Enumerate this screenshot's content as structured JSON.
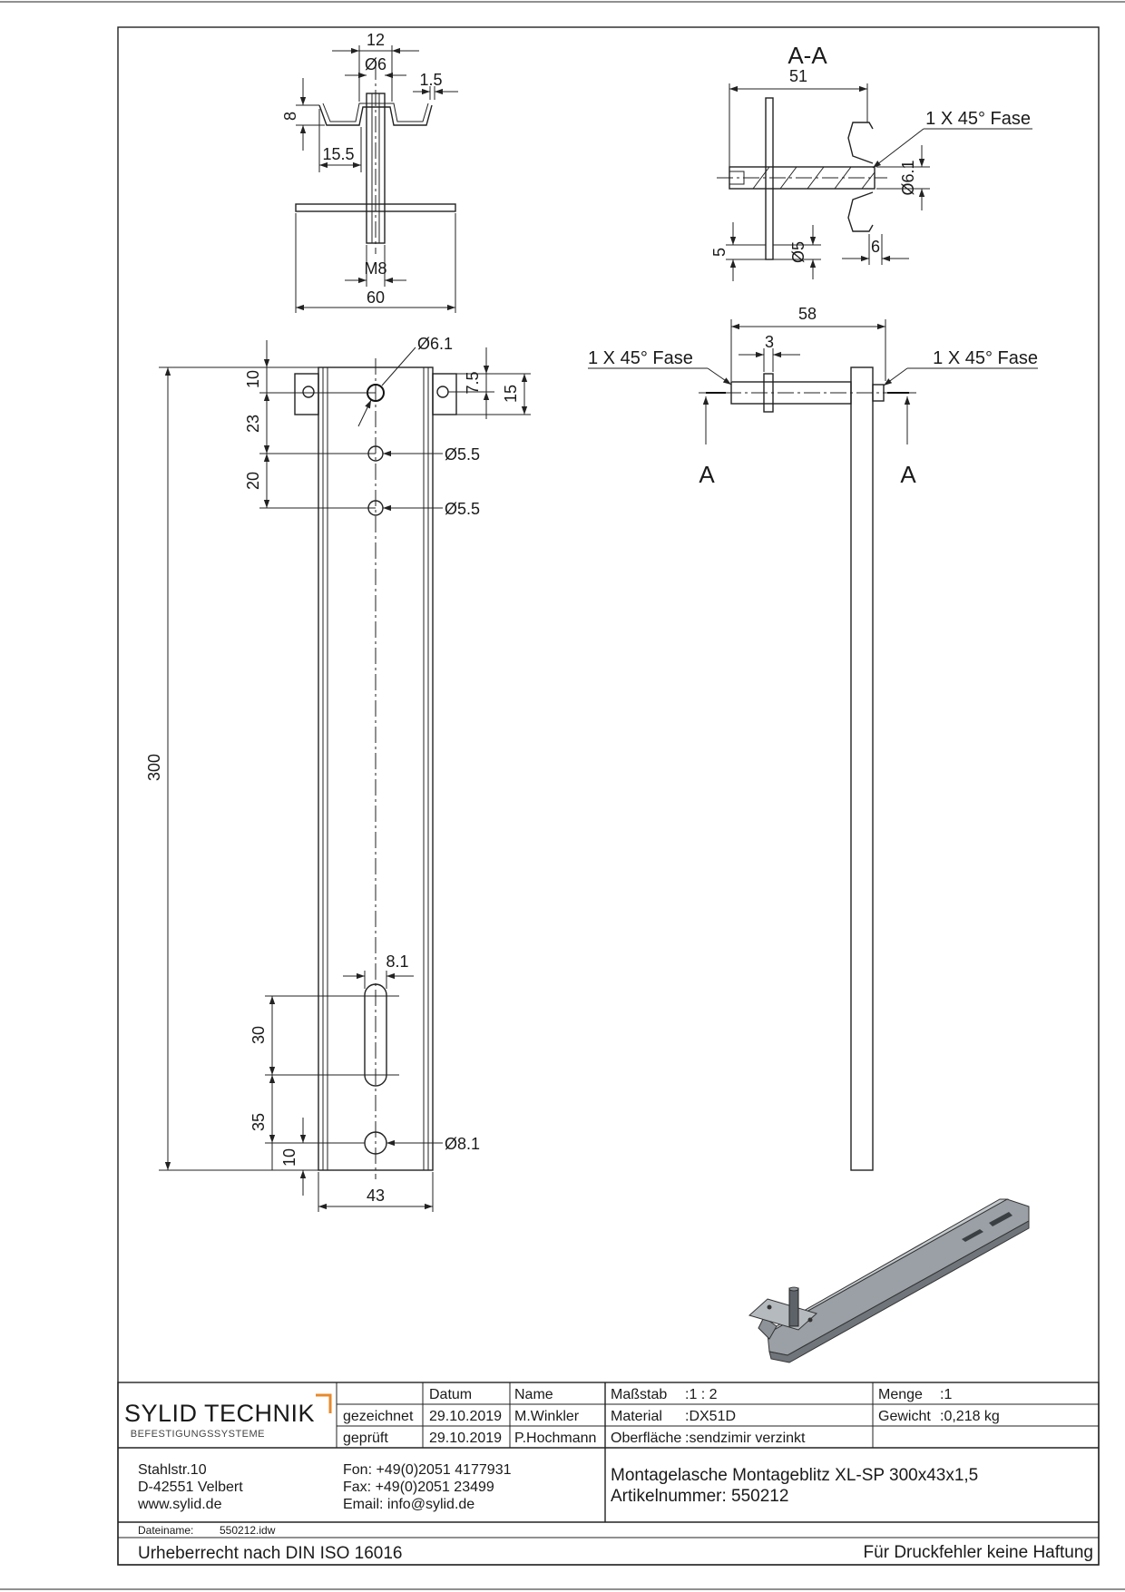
{
  "dimensions": {
    "top_view": {
      "d12": "12",
      "d6": "Ø6",
      "d1_5": "1.5",
      "d8": "8",
      "d15_5": "15.5",
      "m8": "M8",
      "d60": "60"
    },
    "front_view": {
      "d6_1": "Ø6.1",
      "d10a": "10",
      "d23": "23",
      "d20": "20",
      "d5_5a": "Ø5.5",
      "d5_5b": "Ø5.5",
      "d7_5": "7.5",
      "d15": "15",
      "d300": "300",
      "d8_1": "8.1",
      "d30": "30",
      "d35": "35",
      "d10b": "10",
      "d8_1c": "Ø8.1",
      "d43": "43"
    },
    "section_aa": {
      "title": "A-A",
      "d51": "51",
      "fase": "1 X 45° Fase",
      "d6_1": "Ø6.1",
      "d5": "5",
      "d5c": "Ø5",
      "d6": "6"
    },
    "side_view": {
      "d58": "58",
      "d3": "3",
      "fase_left": "1 X 45° Fase",
      "fase_right": "1 X 45° Fase",
      "a_left": "A",
      "a_right": "A"
    }
  },
  "title_block": {
    "logo": {
      "name": "SYLID TECHNIK",
      "tagline": "BEFESTIGUNGSSYSTEME",
      "accent": "#e8892b"
    },
    "headers": {
      "datum": "Datum",
      "name": "Name"
    },
    "drawn": {
      "label": "gezeichnet",
      "date": "29.10.2019",
      "name": "M.Winkler"
    },
    "checked": {
      "label": "geprüft",
      "date": "29.10.2019",
      "name": "P.Hochmann"
    },
    "massstab": {
      "label": "Maßstab",
      "value": ":1 : 2"
    },
    "material": {
      "label": "Material",
      "value": ":DX51D"
    },
    "oberflaeche": {
      "label": "Oberfläche",
      "value": ":sendzimir verzinkt"
    },
    "menge": {
      "label": "Menge",
      "value": ":1"
    },
    "gewicht": {
      "label": "Gewicht",
      "value": ":0,218 kg"
    },
    "address": {
      "street": "Stahlstr.10",
      "city": "D-42551 Velbert",
      "web": "www.sylid.de"
    },
    "contact": {
      "fon": "Fon: +49(0)2051 4177931",
      "fax": "Fax: +49(0)2051 23499",
      "email": "Email: info@sylid.de"
    },
    "product": {
      "name": "Montagelasche Montageblitz XL-SP 300x43x1,5",
      "article": "Artikelnummer: 550212"
    },
    "file": {
      "label": "Dateiname:",
      "value": "550212.idw"
    },
    "copyright": "Urheberrecht nach DIN ISO 16016",
    "disclaimer": "Für Druckfehler keine Haftung"
  }
}
